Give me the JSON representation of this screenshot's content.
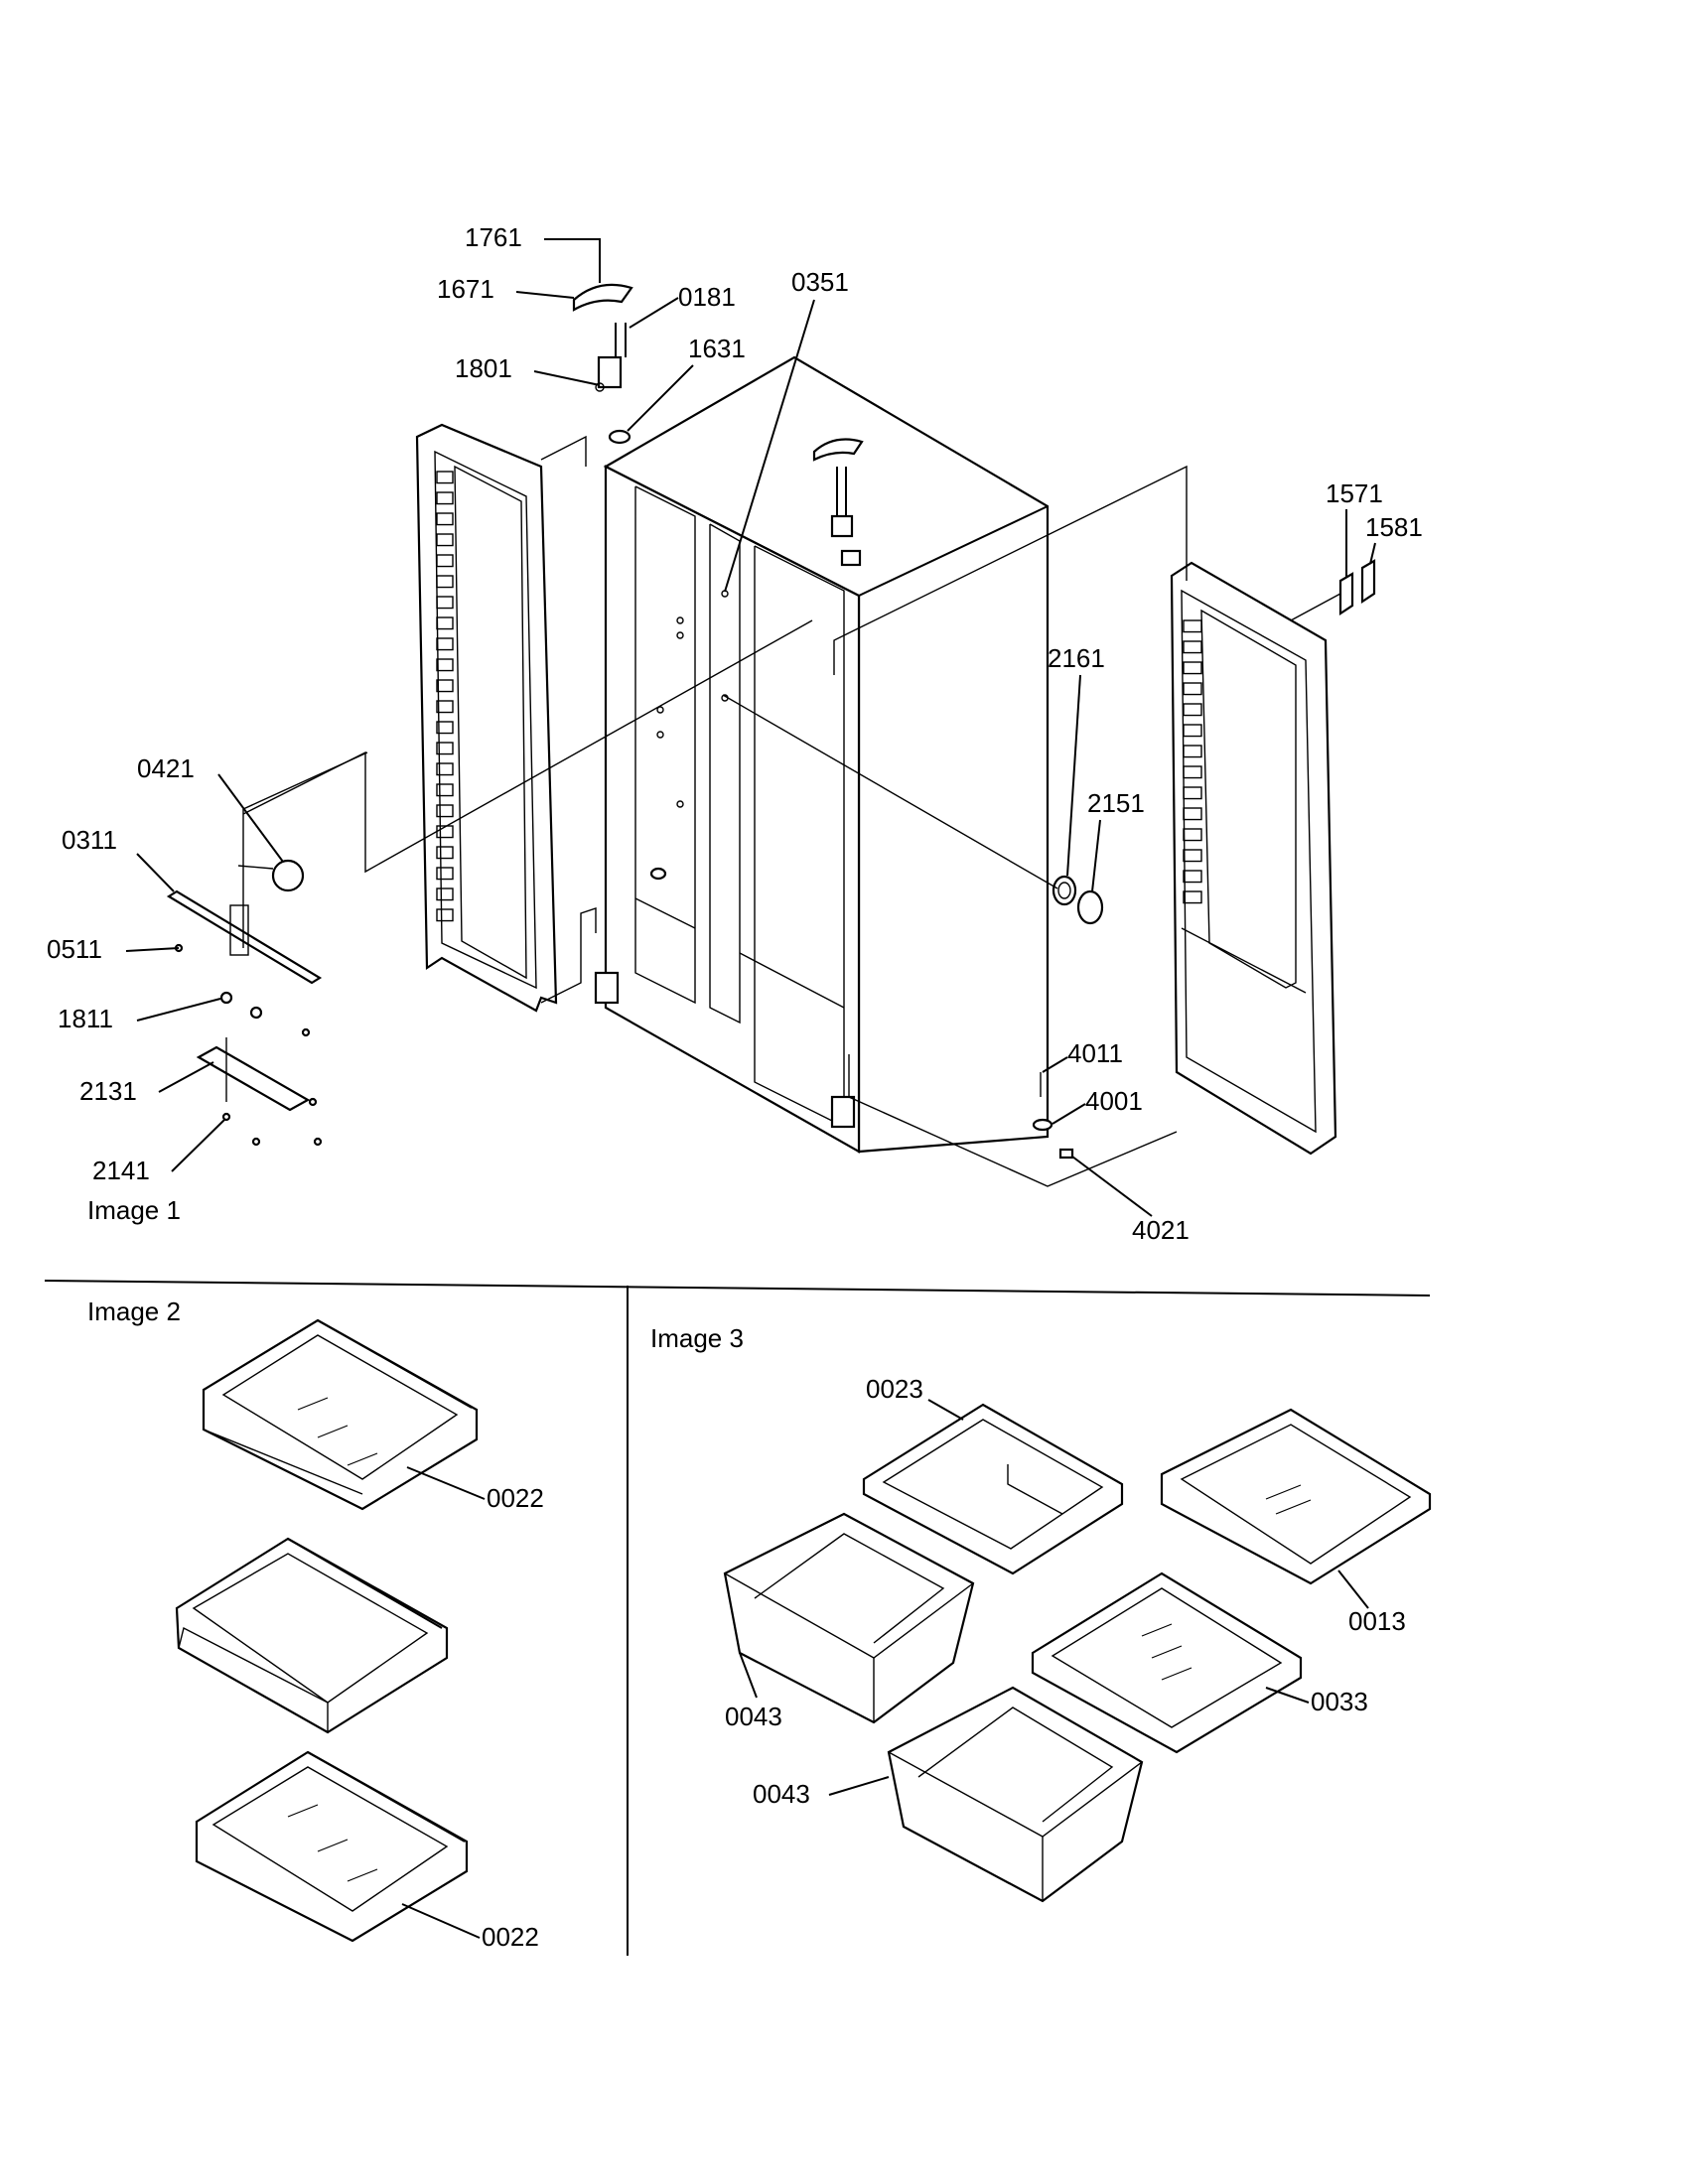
{
  "captions": {
    "image1": "Image 1",
    "image2": "Image 2",
    "image3": "Image 3"
  },
  "callouts": {
    "c1761": "1761",
    "c1671": "1671",
    "c0181": "0181",
    "c0351": "0351",
    "c1801": "1801",
    "c1631": "1631",
    "c1571": "1571",
    "c1581": "1581",
    "c2161": "2161",
    "c0421": "0421",
    "c2151": "2151",
    "c0311": "0311",
    "c0511": "0511",
    "c1811": "1811",
    "c2131": "2131",
    "c2141": "2141",
    "c4011": "4011",
    "c4001": "4001",
    "c4021": "4021",
    "c0022a": "0022",
    "c0022b": "0022",
    "c0023": "0023",
    "c0013": "0013",
    "c0033": "0033",
    "c0043a": "0043",
    "c0043b": "0043"
  }
}
